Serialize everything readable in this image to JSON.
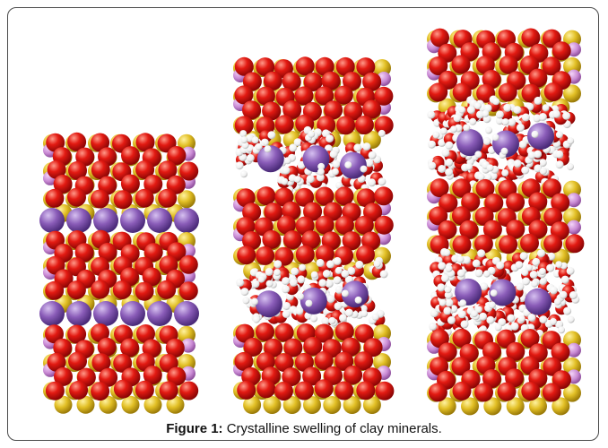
{
  "figure": {
    "label": "Figure 1:",
    "caption": " Crystalline swelling of clay minerals."
  },
  "colors": {
    "oxygen": "#dd1111",
    "silicon": "#e0c020",
    "cation": "#8a5cb8",
    "cation_light": "#c98ad4",
    "hydrogen": "#f4f4f4"
  },
  "stacks": [
    {
      "name": "dry",
      "interlayers": [
        {
          "water": false
        },
        {
          "water": false
        }
      ]
    },
    {
      "name": "one-water-layer",
      "interlayers": [
        {
          "water": true,
          "layers": 1
        },
        {
          "water": true,
          "layers": 1
        }
      ]
    },
    {
      "name": "two-water-layers",
      "interlayers": [
        {
          "water": true,
          "layers": 2
        },
        {
          "water": true,
          "layers": 2
        }
      ]
    }
  ]
}
